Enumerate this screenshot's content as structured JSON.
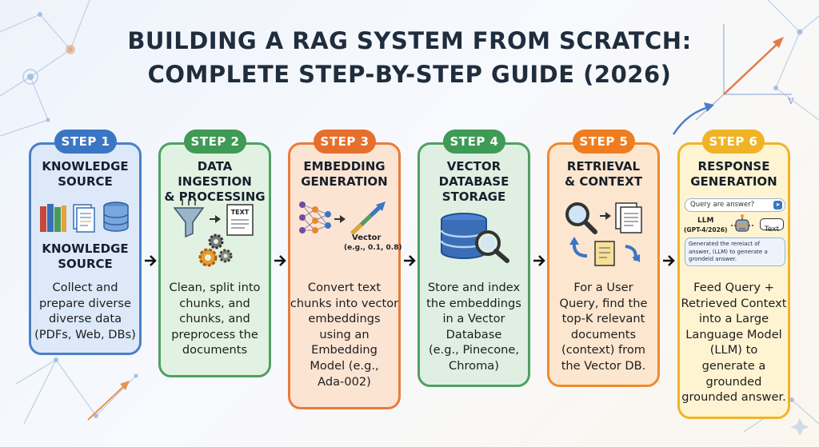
{
  "title": {
    "line1": "BUILDING A RAG SYSTEM FROM SCRATCH:",
    "line2": "COMPLETE STEP-BY-STEP GUIDE (2026)"
  },
  "colors": {
    "blue": "#3a76c4",
    "green": "#3e9a55",
    "orange": "#e76f2d",
    "teal": "#3e9a55",
    "amber": "#ef7d1f",
    "gold": "#efb325"
  },
  "steps": [
    {
      "badge": "STEP 1",
      "heading": [
        "KNOWLEDGE",
        "SOURCE"
      ],
      "subheading": [
        "KNOWLEDGE",
        "SOURCE"
      ],
      "description": [
        "Collect and",
        "prepare diverse",
        "diverse data",
        "(PDFs, Web, DBs)"
      ],
      "icon": "books-documents-database-icon"
    },
    {
      "badge": "STEP 2",
      "heading": [
        "DATA INGESTION",
        "& PROCESSING"
      ],
      "description": [
        "Clean, split into",
        "chunks, and",
        "chunks, and",
        "preprocess the",
        "documents"
      ],
      "icon": "funnel-gears-icon",
      "icon_text": "TEXT"
    },
    {
      "badge": "STEP 3",
      "heading": [
        "EMBEDDING",
        "GENERATION"
      ],
      "description": [
        "Convert text",
        "chunks into vector",
        "embeddings",
        "using an",
        "Embedding",
        "Model (e.g.,",
        "Ada-002)"
      ],
      "icon": "neural-network-vector-icon",
      "vector_label": "Vector",
      "vector_example": "(e.g., 0.1, 0.8)"
    },
    {
      "badge": "STEP 4",
      "heading": [
        "VECTOR",
        "DATABASE",
        "STORAGE"
      ],
      "description": [
        "Store and index",
        "the embeddings",
        "in a Vector",
        "Database",
        "(e.g., Pinecone,",
        "Chroma)"
      ],
      "icon": "database-magnifier-icon"
    },
    {
      "badge": "STEP 5",
      "heading": [
        "RETRIEVAL",
        "& CONTEXT"
      ],
      "description": [
        "For a User",
        "Query, find the",
        "top-K relevant",
        "documents",
        "(context) from",
        "the Vector DB."
      ],
      "icon": "search-documents-icon"
    },
    {
      "badge": "STEP 6",
      "heading": [
        "RESPONSE",
        "GENERATION"
      ],
      "description": [
        "Feed Query +",
        "Retrieved Context",
        "into a Large",
        "Language Model",
        "(LLM) to",
        "generate a",
        "grounded",
        "grounded answer."
      ],
      "icon": "llm-chat-icon",
      "query_placeholder": "Query are answer?",
      "llm_label": "LLM",
      "llm_model": "(GPT-4/2026)",
      "text_badge": "Text",
      "answer_lines": [
        "Generated the rereiact of",
        "answer, (LLM) to generate a",
        "grondeid answer."
      ]
    }
  ]
}
